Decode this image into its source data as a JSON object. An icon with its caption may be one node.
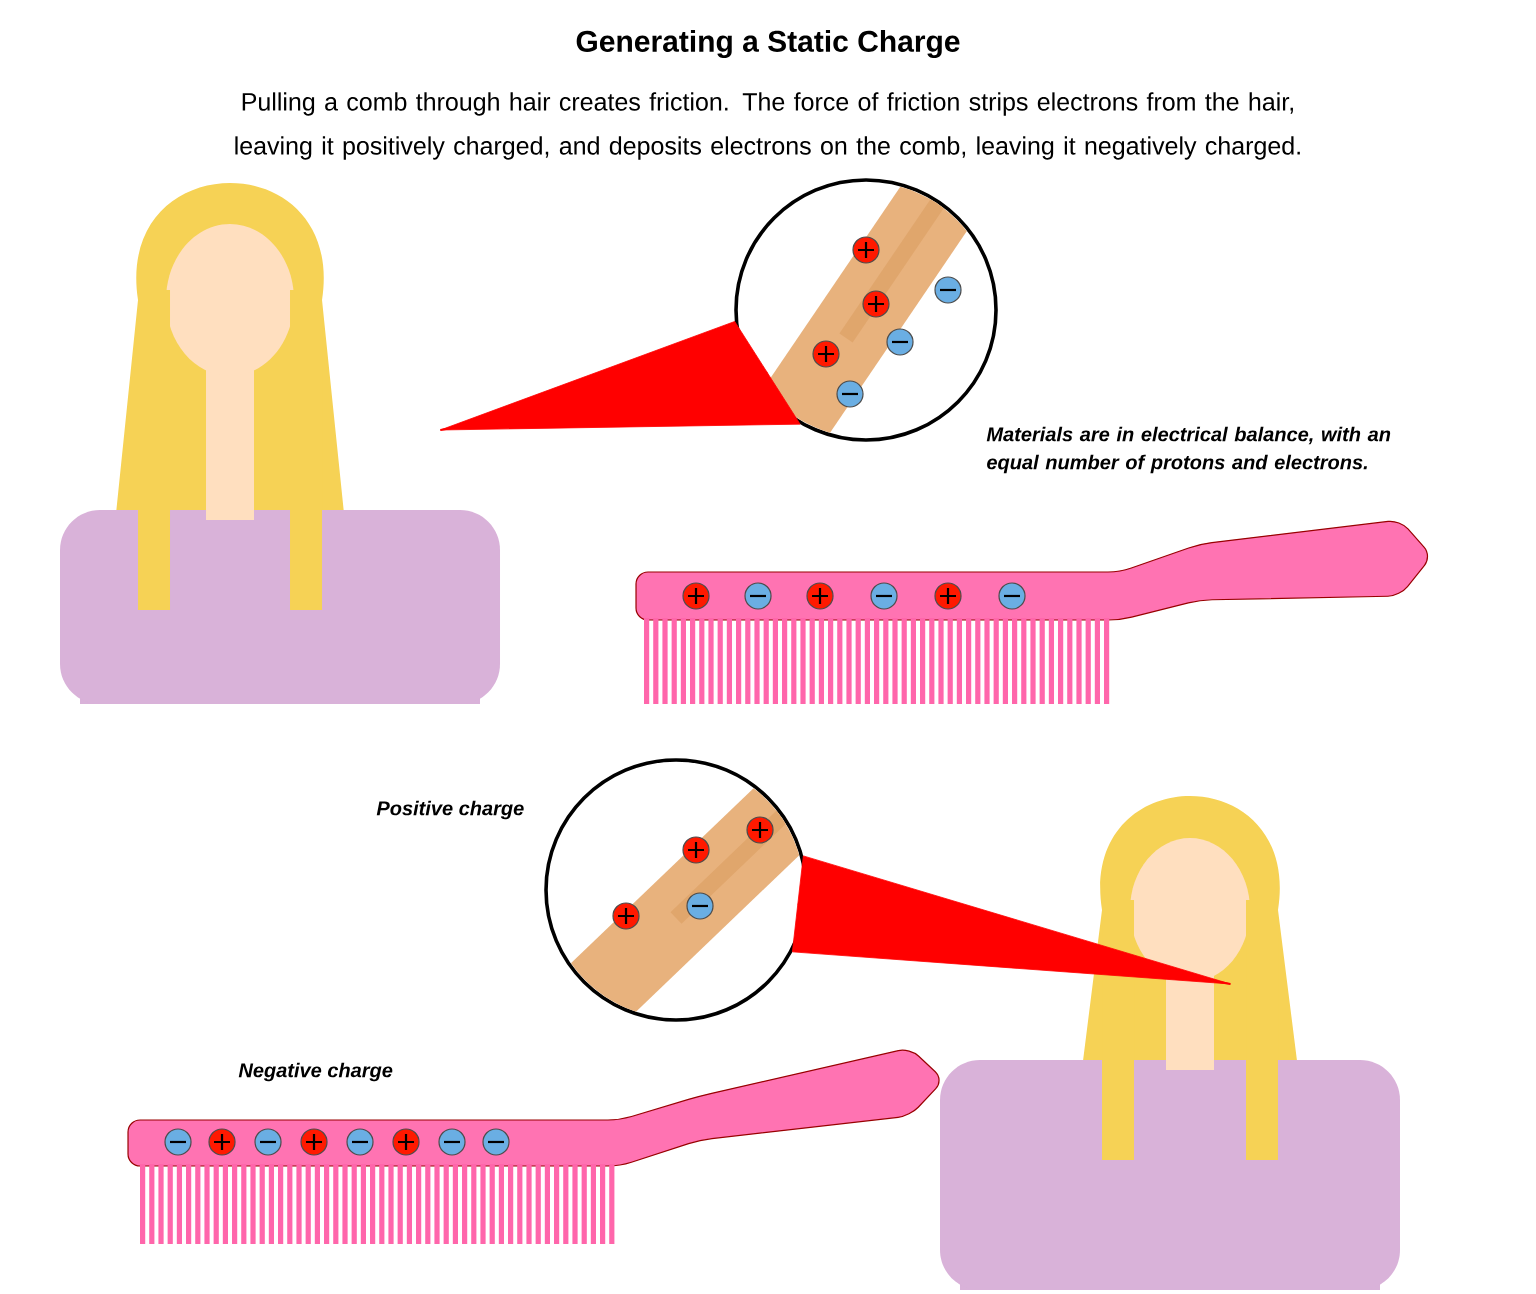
{
  "diagram": {
    "title": "Generating a Static Charge",
    "caption": "Pulling a comb through hair creates friction. The force of friction strips electrons from the hair, leaving it positively charged, and deposits electrons on the comb, leaving it negatively charged.",
    "nodes": [
      {
        "text": [],
        "shape": "person"
      },
      {
        "text": [],
        "shape": "circle"
      },
      {
        "text": [],
        "shape": "person"
      },
      {
        "text": [],
        "shape": "circle"
      }
    ],
    "edges": [
      {
        "from": 0,
        "to": 1,
        "arrow": "none"
      },
      {
        "from": 2,
        "to": 3,
        "arrow": "none"
      }
    ],
    "labels": [
      "Materials are in electrical balance, with an equal number of protons and electrons.",
      "Positive charge",
      "Negative charge"
    ]
  }
}
